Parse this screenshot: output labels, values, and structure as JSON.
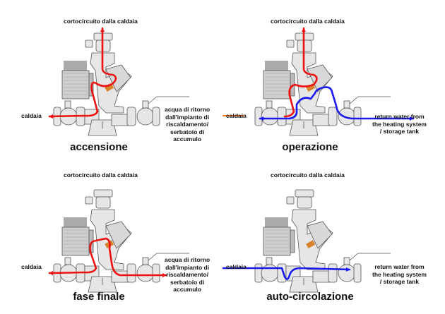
{
  "colors": {
    "hot_flow": "#ee1111",
    "cold_flow": "#1a1aee",
    "boiler_stub": "#ff7a1a",
    "thermo_element": "#d9822b",
    "body_fill": "#e6e6e6",
    "body_stroke": "#555555",
    "motor_fill": "#cfcfcf"
  },
  "panels": [
    {
      "id": "accensione",
      "title": "accensione",
      "top_label": "cortocircuito dalla caldaia",
      "left_label": "caldaia",
      "right_label_lines": [
        "acqua di ritorno",
        "dall'impianto di",
        "riscaldamento/",
        "serbatoio di",
        "accumulo"
      ],
      "flows": [
        "hot-bypass-to-boiler"
      ]
    },
    {
      "id": "operazione",
      "title": "operazione",
      "top_label": "cortocircuito dalla caldaia",
      "left_label": "caldaia",
      "right_label_lines": [
        "return water from",
        "the heating system",
        "/ storage tank"
      ],
      "flows": [
        "hot-bypass-mix",
        "cold-return-mix"
      ]
    },
    {
      "id": "fase-finale",
      "title": "fase finale",
      "top_label": "cortocircuito dalla caldaia",
      "left_label": "caldaia",
      "right_label_lines": [
        "acqua di ritorno",
        "dall'impianto di",
        "riscaldamento/",
        "serbatoio di",
        "accumulo"
      ],
      "flows": [
        "hot-return-to-boiler"
      ]
    },
    {
      "id": "auto-circolazione",
      "title": "auto-circolazione",
      "top_label": "cortocircuito dalla caldaia",
      "left_label": "caldaia",
      "right_label_lines": [
        "return water from",
        "the heating system",
        "/ storage tank"
      ],
      "flows": [
        "cold-direct"
      ]
    }
  ]
}
